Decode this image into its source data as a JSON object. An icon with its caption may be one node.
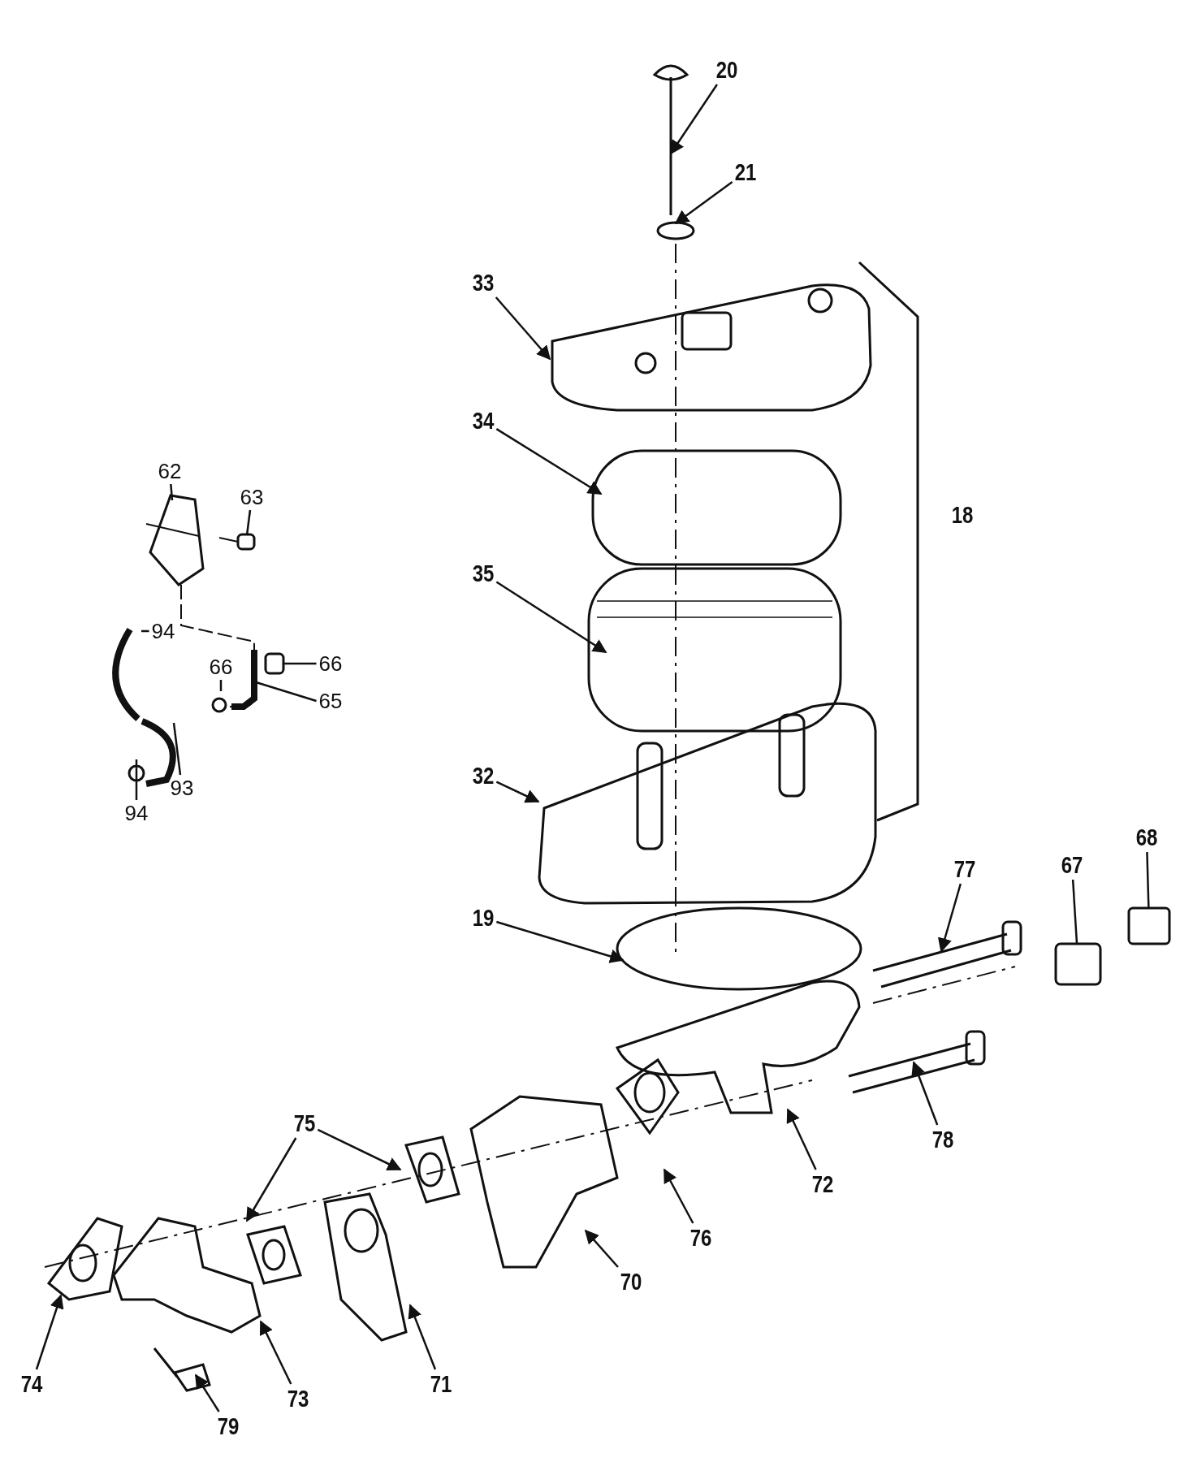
{
  "diagram": {
    "nodes": [
      {
        "text": [
          "20"
        ]
      },
      {
        "text": [
          "21"
        ]
      },
      {
        "text": [
          "33"
        ]
      },
      {
        "text": [
          "34"
        ]
      },
      {
        "text": [
          "62"
        ]
      },
      {
        "text": [
          "63"
        ]
      },
      {
        "text": [
          "35"
        ]
      },
      {
        "text": [
          "94"
        ]
      },
      {
        "text": [
          "66"
        ]
      },
      {
        "text": [
          "66"
        ]
      },
      {
        "text": [
          "65"
        ]
      },
      {
        "text": [
          "93"
        ]
      },
      {
        "text": [
          "32"
        ]
      },
      {
        "text": [
          "94"
        ]
      },
      {
        "text": [
          "68"
        ]
      },
      {
        "text": [
          "67"
        ]
      },
      {
        "text": [
          "77"
        ]
      },
      {
        "text": [
          "19"
        ]
      },
      {
        "text": [
          "75"
        ]
      },
      {
        "text": [
          "78"
        ]
      },
      {
        "text": [
          "72"
        ]
      },
      {
        "text": [
          "76"
        ]
      },
      {
        "text": [
          "70"
        ]
      },
      {
        "text": [
          "74"
        ]
      },
      {
        "text": [
          "73"
        ]
      },
      {
        "text": [
          "71"
        ]
      },
      {
        "text": [
          "79"
        ]
      },
      {
        "text": [],
        "shape": "box"
      },
      {
        "text": [],
        "shape": "box"
      },
      {
        "text": [],
        "shape": "box"
      },
      {
        "text": [],
        "shape": "picture"
      }
    ],
    "edges": [
      {
        "from": 0,
        "to": null,
        "arrow": "to"
      },
      {
        "from": 1,
        "to": null,
        "arrow": "to"
      },
      {
        "from": 2,
        "to": null,
        "arrow": "to"
      },
      {
        "from": 3,
        "to": null,
        "arrow": "to"
      },
      {
        "from": 4,
        "to": null,
        "arrow": "none"
      },
      {
        "from": 5,
        "to": 29,
        "arrow": "none"
      },
      {
        "from": 6,
        "to": null,
        "arrow": "to"
      },
      {
        "from": 7,
        "to": null,
        "arrow": "none"
      },
      {
        "from": 8,
        "to": 27,
        "arrow": "none"
      },
      {
        "from": 9,
        "to": null,
        "arrow": "none"
      },
      {
        "from": 10,
        "to": 30,
        "arrow": "none"
      },
      {
        "from": 11,
        "to": null,
        "arrow": "none"
      },
      {
        "from": 12,
        "to": null,
        "arrow": "to"
      },
      {
        "from": 13,
        "to": null,
        "arrow": "none"
      },
      {
        "from": 14,
        "to": 28,
        "arrow": "none"
      },
      {
        "from": 15,
        "to": null,
        "arrow": "none"
      },
      {
        "from": 16,
        "to": null,
        "arrow": "to"
      },
      {
        "from": 17,
        "to": null,
        "arrow": "to"
      },
      {
        "from": 18,
        "to": null,
        "arrow": "to"
      },
      {
        "from": 18,
        "to": null,
        "arrow": "to"
      },
      {
        "from": 19,
        "to": null,
        "arrow": "to"
      },
      {
        "from": 20,
        "to": null,
        "arrow": "to"
      },
      {
        "from": 21,
        "to": null,
        "arrow": "to"
      },
      {
        "from": 22,
        "to": null,
        "arrow": "to"
      },
      {
        "from": 23,
        "to": null,
        "arrow": "to"
      },
      {
        "from": 24,
        "to": null,
        "arrow": "to"
      },
      {
        "from": 25,
        "to": null,
        "arrow": "to"
      },
      {
        "from": 26,
        "to": null,
        "arrow": "to"
      }
    ],
    "labels": [
      "18"
    ]
  }
}
